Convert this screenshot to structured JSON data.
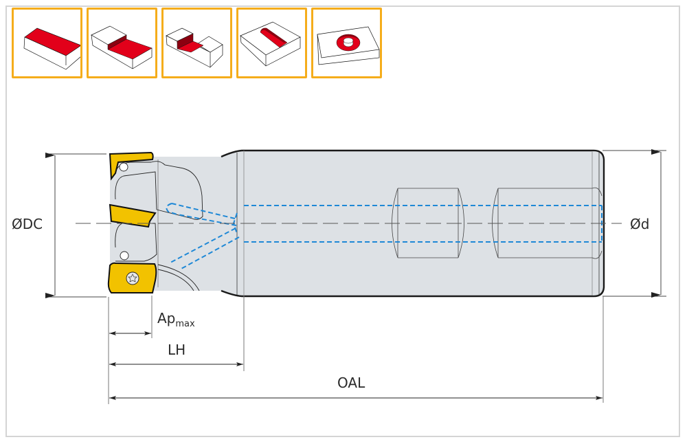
{
  "operations": [
    {
      "name": "face-milling",
      "icon": "face-milling-icon"
    },
    {
      "name": "shoulder-milling",
      "icon": "shoulder-milling-icon"
    },
    {
      "name": "slot-milling",
      "icon": "slot-milling-icon"
    },
    {
      "name": "pocket-ramping",
      "icon": "pocket-ramping-icon"
    },
    {
      "name": "helical-interpolation",
      "icon": "helical-interpolation-icon"
    }
  ],
  "colors": {
    "operation_border": "#f5ad1b",
    "machined_surface": "#e2001a",
    "machined_wall": "#8c0010",
    "insert": "#f2c200",
    "body": "#dde1e5",
    "coolant": "#1e88d6",
    "outline": "#1a1a1a"
  },
  "dimensions": {
    "cutting_diameter": "ØDC",
    "shank_diameter": "Ød",
    "max_depth_main": "Ap",
    "max_depth_sub": "max",
    "head_length": "LH",
    "overall_length": "OAL"
  }
}
